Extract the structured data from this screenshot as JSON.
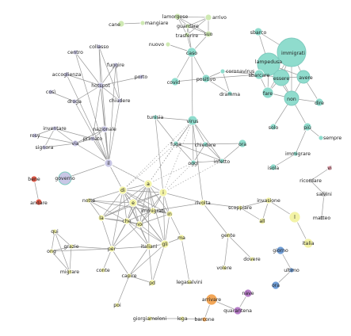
{
  "colors": {
    "teal": "#8fdccd",
    "teal_dark": "#7acfbf",
    "green": "#cfe9b3",
    "purple": "#c9c7e6",
    "yellow": "#f3f3a6",
    "yellow_line": "#d8d860",
    "red": "#e35a48",
    "grey": "#d2d2d2",
    "blue": "#6f9dd6",
    "orange": "#f2a657",
    "violet": "#b57bc6",
    "pink": "#e59aa8",
    "edge": "#9a9a9a"
  },
  "graph": {
    "nodes": [
      {
        "id": "cane",
        "label": "cane",
        "group": "green"
      },
      {
        "id": "mangiare",
        "label": "mangiare",
        "group": "green"
      },
      {
        "id": "lamorgese",
        "label": "lamorgese",
        "group": "green"
      },
      {
        "id": "arrivo",
        "label": "arrivo",
        "group": "green"
      },
      {
        "id": "guardare",
        "label": "guardare",
        "group": "green"
      },
      {
        "id": "trasferire",
        "label": "trasferire",
        "group": "green"
      },
      {
        "id": "suo",
        "label": "suo",
        "group": "green"
      },
      {
        "id": "nuovo",
        "label": "nuovo",
        "group": "green"
      },
      {
        "id": "caso",
        "label": "caso",
        "group": "teal"
      },
      {
        "id": "covid",
        "label": "covid",
        "group": "teal"
      },
      {
        "id": "positivo",
        "label": "positivo",
        "group": "teal"
      },
      {
        "id": "coronavirus",
        "label": "coronavirus",
        "group": "teal"
      },
      {
        "id": "dramma",
        "label": "dramma",
        "group": "teal"
      },
      {
        "id": "sbarco",
        "label": "sbarco",
        "group": "teal"
      },
      {
        "id": "immigrati",
        "label": "immigrati",
        "group": "teal"
      },
      {
        "id": "lampedusa",
        "label": "lampedusa",
        "group": "teal"
      },
      {
        "id": "sbarcare",
        "label": "sbarcare",
        "group": "teal"
      },
      {
        "id": "essere",
        "label": "essere",
        "group": "teal"
      },
      {
        "id": "avere",
        "label": "avere",
        "group": "teal"
      },
      {
        "id": "fare",
        "label": "fare",
        "group": "teal"
      },
      {
        "id": "non",
        "label": "non",
        "group": "teal"
      },
      {
        "id": "dire",
        "label": "dire",
        "group": "teal"
      },
      {
        "id": "solo",
        "label": "solo",
        "group": "teal"
      },
      {
        "id": "piu",
        "label": "più",
        "group": "teal"
      },
      {
        "id": "sempre",
        "label": "sempre",
        "group": "teal"
      },
      {
        "id": "immigrare",
        "label": "immigrare",
        "group": "teal"
      },
      {
        "id": "isola",
        "label": "isola",
        "group": "teal"
      },
      {
        "id": "tunisia",
        "label": "tunisia",
        "group": "teal"
      },
      {
        "id": "virus",
        "label": "virus",
        "group": "teal"
      },
      {
        "id": "fuga",
        "label": "fuga",
        "group": "teal"
      },
      {
        "id": "chiedere2",
        "label": "chiedere",
        "group": "teal"
      },
      {
        "id": "ora",
        "label": "ora",
        "group": "teal"
      },
      {
        "id": "oggi",
        "label": "oggi",
        "group": "teal"
      },
      {
        "id": "infetto",
        "label": "infetto",
        "group": "teal"
      },
      {
        "id": "collasso",
        "label": "collasso",
        "group": "purple"
      },
      {
        "id": "centro",
        "label": "centro",
        "group": "purple"
      },
      {
        "id": "fuggire",
        "label": "fuggire",
        "group": "purple"
      },
      {
        "id": "porto",
        "label": "porto",
        "group": "purple"
      },
      {
        "id": "accoglienza",
        "label": "accoglienza",
        "group": "purple"
      },
      {
        "id": "hotspot",
        "label": "hotspot",
        "group": "purple"
      },
      {
        "id": "cosi",
        "label": "così",
        "group": "purple"
      },
      {
        "id": "droga",
        "label": "droga",
        "group": "purple"
      },
      {
        "id": "chiudere",
        "label": "chiudere",
        "group": "purple"
      },
      {
        "id": "inventare",
        "label": "inventare",
        "group": "purple"
      },
      {
        "id": "rosy",
        "label": "rosy",
        "group": "purple"
      },
      {
        "id": "nazionale",
        "label": "nazionale",
        "group": "purple"
      },
      {
        "id": "primato",
        "label": "primato",
        "group": "purple"
      },
      {
        "id": "signora",
        "label": "signora",
        "group": "purple"
      },
      {
        "id": "via",
        "label": "via",
        "group": "purple"
      },
      {
        "id": "il",
        "label": "il",
        "group": "purple"
      },
      {
        "id": "governo",
        "label": "governo",
        "group": "purple"
      },
      {
        "id": "bene",
        "label": "bene",
        "group": "red"
      },
      {
        "id": "andare",
        "label": "andare",
        "group": "red"
      },
      {
        "id": "di",
        "label": "di",
        "group": "yellow"
      },
      {
        "id": "a",
        "label": "a",
        "group": "yellow"
      },
      {
        "id": "i",
        "label": "i",
        "group": "yellow"
      },
      {
        "id": "notte",
        "label": "notte",
        "group": "yellow"
      },
      {
        "id": "e",
        "label": "e",
        "group": "yellow"
      },
      {
        "id": "immigrati2",
        "label": "immigrati",
        "group": "yellow"
      },
      {
        "id": "in",
        "label": "in",
        "group": "yellow"
      },
      {
        "id": "la",
        "label": "la",
        "group": "yellow"
      },
      {
        "id": "che",
        "label": "che",
        "group": "yellow"
      },
      {
        "id": "noi",
        "label": "noi",
        "group": "yellow"
      },
      {
        "id": "qui",
        "label": "qui",
        "group": "yellow"
      },
      {
        "id": "grazie",
        "label": "grazie",
        "group": "yellow"
      },
      {
        "id": "ong",
        "label": "ong",
        "group": "yellow"
      },
      {
        "id": "per",
        "label": "per",
        "group": "yellow"
      },
      {
        "id": "italiani",
        "label": "italiani",
        "group": "yellow"
      },
      {
        "id": "gli",
        "label": "gli",
        "group": "yellow"
      },
      {
        "id": "ma",
        "label": "ma",
        "group": "yellow"
      },
      {
        "id": "migrare",
        "label": "migrare",
        "group": "yellow"
      },
      {
        "id": "conte",
        "label": "conte",
        "group": "yellow"
      },
      {
        "id": "capire",
        "label": "capire",
        "group": "yellow"
      },
      {
        "id": "pd",
        "label": "pd",
        "group": "yellow"
      },
      {
        "id": "legasalvini",
        "label": "legasalvini",
        "group": "yellow"
      },
      {
        "id": "poi",
        "label": "poi",
        "group": "yellow"
      },
      {
        "id": "giorgiameloni",
        "label": "giorgiameloni",
        "group": "yellow"
      },
      {
        "id": "lega",
        "label": "lega",
        "group": "yellow"
      },
      {
        "id": "rivolta",
        "label": "rivolta",
        "group": "yellow"
      },
      {
        "id": "scoppiare",
        "label": "scoppiare",
        "group": "yellow"
      },
      {
        "id": "invasione",
        "label": "invasione",
        "group": "yellow"
      },
      {
        "id": "all",
        "label": "all",
        "group": "yellow"
      },
      {
        "id": "l",
        "label": "l",
        "group": "yellow"
      },
      {
        "id": "gente",
        "label": "gente",
        "group": "yellow"
      },
      {
        "id": "dovere",
        "label": "dovere",
        "group": "yellow"
      },
      {
        "id": "volere",
        "label": "volere",
        "group": "yellow"
      },
      {
        "id": "italia",
        "label": "italia",
        "group": "yellow"
      },
      {
        "id": "vi",
        "label": "vi",
        "group": "pink"
      },
      {
        "id": "ricordare",
        "label": "ricordare",
        "group": "grey"
      },
      {
        "id": "salvini",
        "label": "salvini",
        "group": "grey"
      },
      {
        "id": "matteo",
        "label": "matteo",
        "group": "grey"
      },
      {
        "id": "giorno",
        "label": "giorno",
        "group": "blue"
      },
      {
        "id": "ultimo",
        "label": "ultimo",
        "group": "blue"
      },
      {
        "id": "ora2",
        "label": "ora",
        "group": "blue"
      },
      {
        "id": "nave",
        "label": "nave",
        "group": "violet"
      },
      {
        "id": "arrivare",
        "label": "arrivare",
        "group": "orange"
      },
      {
        "id": "quarantena",
        "label": "quarantena",
        "group": "violet"
      },
      {
        "id": "barcone",
        "label": "barcone",
        "group": "orange"
      }
    ],
    "edges": [
      [
        "cane",
        "mangiare"
      ],
      [
        "lamorgese",
        "arrivo"
      ],
      [
        "lamorgese",
        "guardare"
      ],
      [
        "lamorgese",
        "trasferire"
      ],
      [
        "lamorgese",
        "suo"
      ],
      [
        "arrivo",
        "guardare"
      ],
      [
        "arrivo",
        "trasferire"
      ],
      [
        "arrivo",
        "suo"
      ],
      [
        "guardare",
        "trasferire"
      ],
      [
        "guardare",
        "suo"
      ],
      [
        "trasferire",
        "suo"
      ],
      [
        "guardare",
        "caso"
      ],
      [
        "trasferire",
        "caso"
      ],
      [
        "suo",
        "caso"
      ],
      [
        "nuovo",
        "caso"
      ],
      [
        "caso",
        "positivo"
      ],
      [
        "caso",
        "covid"
      ],
      [
        "caso",
        "virus"
      ],
      [
        "positivo",
        "covid"
      ],
      [
        "positivo",
        "coronavirus"
      ],
      [
        "positivo",
        "dramma"
      ],
      [
        "positivo",
        "sbarcare"
      ],
      [
        "coronavirus",
        "sbarcare"
      ],
      [
        "coronavirus",
        "dramma"
      ],
      [
        "sbarco",
        "immigrati"
      ],
      [
        "sbarco",
        "lampedusa"
      ],
      [
        "immigrati",
        "lampedusa"
      ],
      [
        "immigrati",
        "essere"
      ],
      [
        "immigrati",
        "sbarcare"
      ],
      [
        "immigrati",
        "avere"
      ],
      [
        "immigrati",
        "fare"
      ],
      [
        "immigrati",
        "non"
      ],
      [
        "lampedusa",
        "sbarcare"
      ],
      [
        "lampedusa",
        "essere"
      ],
      [
        "lampedusa",
        "fare"
      ],
      [
        "lampedusa",
        "non"
      ],
      [
        "lampedusa",
        "avere"
      ],
      [
        "essere",
        "avere"
      ],
      [
        "essere",
        "fare"
      ],
      [
        "essere",
        "non"
      ],
      [
        "essere",
        "sbarcare"
      ],
      [
        "fare",
        "non"
      ],
      [
        "avere",
        "non"
      ],
      [
        "non",
        "dire"
      ],
      [
        "non",
        "solo"
      ],
      [
        "non",
        "piu"
      ],
      [
        "avere",
        "dire"
      ],
      [
        "piu",
        "sempre"
      ],
      [
        "piu",
        "immigrare"
      ],
      [
        "immigrare",
        "isola"
      ],
      [
        "sbarcare",
        "fare"
      ],
      [
        "virus",
        "tunisia"
      ],
      [
        "virus",
        "fuga"
      ],
      [
        "virus",
        "chiedere2"
      ],
      [
        "virus",
        "oggi"
      ],
      [
        "virus",
        "infetto"
      ],
      [
        "tunisia",
        "fuga"
      ],
      [
        "fuga",
        "chiedere2"
      ],
      [
        "fuga",
        "oggi"
      ],
      [
        "fuga",
        "infetto"
      ],
      [
        "chiedere2",
        "ora"
      ],
      [
        "chiedere2",
        "oggi"
      ],
      [
        "chiedere2",
        "infetto"
      ],
      [
        "oggi",
        "infetto"
      ],
      [
        "infetto",
        "ora"
      ],
      [
        "collasso",
        "hotspot"
      ],
      [
        "centro",
        "hotspot"
      ],
      [
        "accoglienza",
        "hotspot"
      ],
      [
        "fuggire",
        "hotspot"
      ],
      [
        "porto",
        "hotspot"
      ],
      [
        "hotspot",
        "chiudere"
      ],
      [
        "hotspot",
        "nazionale"
      ],
      [
        "hotspot",
        "droga"
      ],
      [
        "hotspot",
        "primato"
      ],
      [
        "cosi",
        "droga"
      ],
      [
        "fuggire",
        "chiudere"
      ],
      [
        "collasso",
        "chiudere"
      ],
      [
        "hotspot",
        "il"
      ],
      [
        "chiudere",
        "il"
      ],
      [
        "nazionale",
        "il"
      ],
      [
        "primato",
        "il"
      ],
      [
        "collasso",
        "il"
      ],
      [
        "centro",
        "il"
      ],
      [
        "accoglienza",
        "il"
      ],
      [
        "droga",
        "il"
      ],
      [
        "fuggire",
        "il"
      ],
      [
        "nazionale",
        "primato"
      ],
      [
        "inventare",
        "via"
      ],
      [
        "rosy",
        "via"
      ],
      [
        "signora",
        "via"
      ],
      [
        "inventare",
        "primato"
      ],
      [
        "via",
        "primato"
      ],
      [
        "via",
        "nazionale"
      ],
      [
        "via",
        "il"
      ],
      [
        "rosy",
        "inventare"
      ],
      [
        "signora",
        "inventare"
      ],
      [
        "governo",
        "il"
      ],
      [
        "bene",
        "andare"
      ],
      [
        "di",
        "a"
      ],
      [
        "di",
        "i"
      ],
      [
        "di",
        "e"
      ],
      [
        "di",
        "la"
      ],
      [
        "di",
        "che"
      ],
      [
        "di",
        "noi"
      ],
      [
        "di",
        "in"
      ],
      [
        "di",
        "per"
      ],
      [
        "di",
        "italiani"
      ],
      [
        "di",
        "gli"
      ],
      [
        "di",
        "notte"
      ],
      [
        "di",
        "immigrati2"
      ],
      [
        "a",
        "i"
      ],
      [
        "a",
        "e"
      ],
      [
        "a",
        "la"
      ],
      [
        "a",
        "che"
      ],
      [
        "a",
        "noi"
      ],
      [
        "a",
        "in"
      ],
      [
        "a",
        "gli"
      ],
      [
        "a",
        "immigrati2"
      ],
      [
        "a",
        "italiani"
      ],
      [
        "a",
        "per"
      ],
      [
        "i",
        "e"
      ],
      [
        "i",
        "in"
      ],
      [
        "i",
        "immigrati2"
      ],
      [
        "i",
        "gli"
      ],
      [
        "i",
        "noi"
      ],
      [
        "i",
        "la"
      ],
      [
        "i",
        "rivolta"
      ],
      [
        "e",
        "immigrati2"
      ],
      [
        "e",
        "che"
      ],
      [
        "e",
        "noi"
      ],
      [
        "e",
        "la"
      ],
      [
        "e",
        "in"
      ],
      [
        "e",
        "gli"
      ],
      [
        "e",
        "notte"
      ],
      [
        "immigrati2",
        "in"
      ],
      [
        "immigrati2",
        "noi"
      ],
      [
        "immigrati2",
        "notte"
      ],
      [
        "immigrati2",
        "rivolta"
      ],
      [
        "immigrati2",
        "che"
      ],
      [
        "in",
        "gli"
      ],
      [
        "in",
        "ma"
      ],
      [
        "in",
        "noi"
      ],
      [
        "la",
        "che"
      ],
      [
        "la",
        "noi"
      ],
      [
        "la",
        "per"
      ],
      [
        "che",
        "noi"
      ],
      [
        "che",
        "per"
      ],
      [
        "che",
        "italiani"
      ],
      [
        "che",
        "gli"
      ],
      [
        "noi",
        "gli"
      ],
      [
        "noi",
        "italiani"
      ],
      [
        "noi",
        "per"
      ],
      [
        "gli",
        "ma"
      ],
      [
        "gli",
        "italiani"
      ],
      [
        "gli",
        "pd"
      ],
      [
        "per",
        "italiani"
      ],
      [
        "per",
        "conte"
      ],
      [
        "per",
        "capire"
      ],
      [
        "per",
        "ong"
      ],
      [
        "per",
        "grazie"
      ],
      [
        "qui",
        "grazie"
      ],
      [
        "qui",
        "ong"
      ],
      [
        "grazie",
        "ong"
      ],
      [
        "grazie",
        "migrare"
      ],
      [
        "ong",
        "migrare"
      ],
      [
        "qui",
        "migrare"
      ],
      [
        "italiani",
        "capire"
      ],
      [
        "italiani",
        "pd"
      ],
      [
        "gli",
        "capire"
      ],
      [
        "capire",
        "pd"
      ],
      [
        "capire",
        "poi"
      ],
      [
        "ma",
        "legasalvini"
      ],
      [
        "notte",
        "la"
      ],
      [
        "notte",
        "che"
      ],
      [
        "giorgiameloni",
        "lega"
      ],
      [
        "lega",
        "barcone"
      ],
      [
        "i",
        "tunisia"
      ],
      [
        "rivolta",
        "scoppiare"
      ],
      [
        "rivolta",
        "gente"
      ],
      [
        "scoppiare",
        "invasione"
      ],
      [
        "scoppiare",
        "all"
      ],
      [
        "invasione",
        "all"
      ],
      [
        "invasione",
        "l"
      ],
      [
        "l",
        "italia"
      ],
      [
        "gente",
        "dovere"
      ],
      [
        "gente",
        "volere"
      ],
      [
        "rivolta",
        "virus"
      ],
      [
        "il",
        "di"
      ],
      [
        "il",
        "a"
      ],
      [
        "vi",
        "ricordare"
      ],
      [
        "ricordare",
        "salvini"
      ],
      [
        "salvini",
        "matteo"
      ],
      [
        "giorno",
        "ultimo"
      ],
      [
        "ultimo",
        "ora2"
      ],
      [
        "nave",
        "quarantena"
      ],
      [
        "arrivare",
        "quarantena"
      ],
      [
        "arrivare",
        "barcone"
      ]
    ],
    "dotted_edges": [
      [
        "il",
        "di"
      ],
      [
        "il",
        "a"
      ],
      [
        "di",
        "virus"
      ],
      [
        "a",
        "virus"
      ],
      [
        "i",
        "virus"
      ],
      [
        "a",
        "fuga"
      ],
      [
        "i",
        "oggi"
      ],
      [
        "di",
        "fuga"
      ],
      [
        "a",
        "oggi"
      ],
      [
        "i",
        "infetto"
      ]
    ]
  }
}
